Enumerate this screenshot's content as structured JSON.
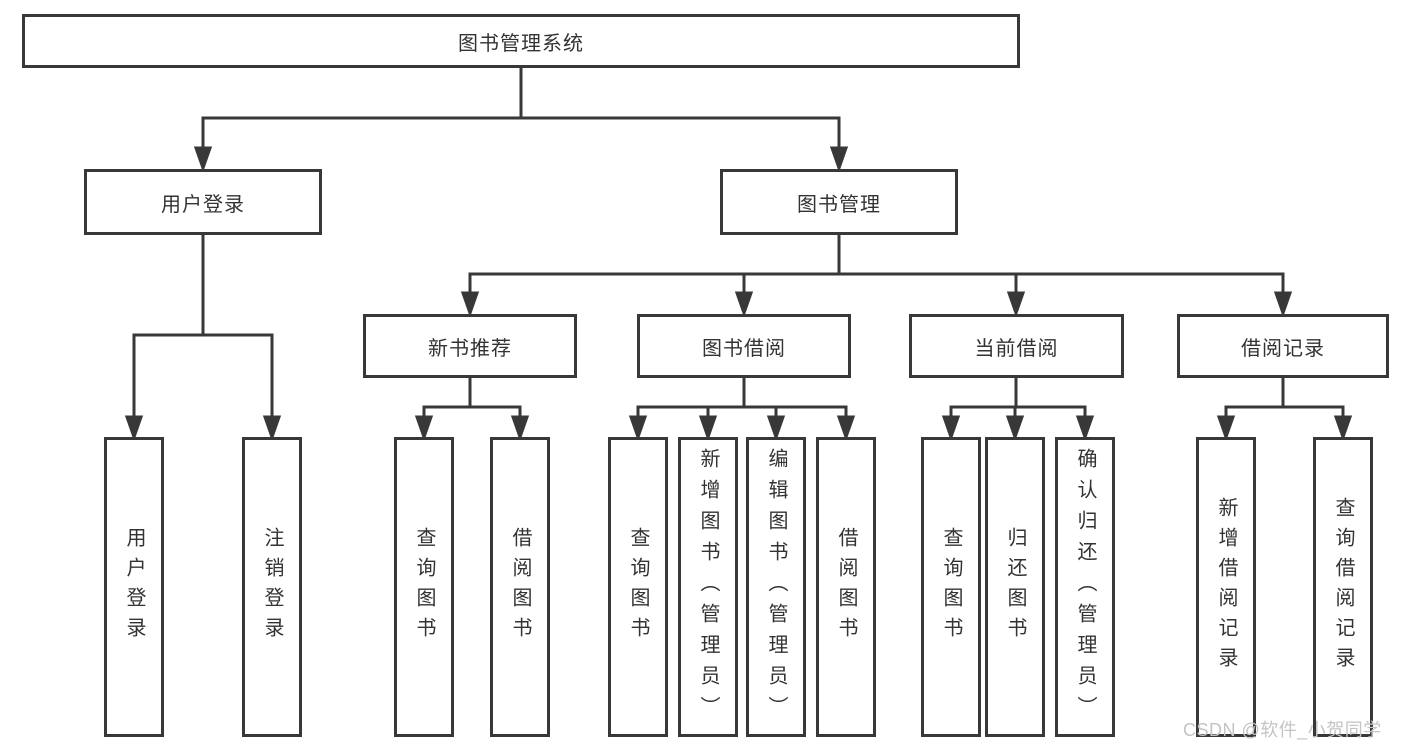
{
  "diagram": {
    "type": "functional-hierarchy-chart",
    "colors": {
      "background": "#ffffff",
      "line": "#383838",
      "box_border": "#383838",
      "text": "#333333",
      "watermark": "#c4c4c4"
    },
    "watermark": "CSDN @软件_小贺同学",
    "nodes": {
      "root": "图书管理系统",
      "user_login": "用户登录",
      "book_mgmt": "图书管理",
      "new_book_rec": "新书推荐",
      "book_borrow": "图书借阅",
      "current_borrow": "当前借阅",
      "borrow_records": "借阅记录",
      "leaf_login": "用户登录",
      "leaf_logout": "注销登录",
      "leaf_nbr_query": "查询图书",
      "leaf_nbr_borrow": "借阅图书",
      "leaf_bb_query": "查询图书",
      "leaf_bb_add": "新增图书（管理员）",
      "leaf_bb_edit": "编辑图书（管理员）",
      "leaf_bb_borrow": "借阅图书",
      "leaf_cb_query": "查询图书",
      "leaf_cb_return": "归还图书",
      "leaf_cb_confirm": "确认归还（管理员）",
      "leaf_br_add": "新增借阅记录",
      "leaf_br_query": "查询借阅记录"
    },
    "hierarchy": {
      "图书管理系统": {
        "用户登录": [
          "用户登录",
          "注销登录"
        ],
        "图书管理": {
          "新书推荐": [
            "查询图书",
            "借阅图书"
          ],
          "图书借阅": [
            "查询图书",
            "新增图书（管理员）",
            "编辑图书（管理员）",
            "借阅图书"
          ],
          "当前借阅": [
            "查询图书",
            "归还图书",
            "确认归还（管理员）"
          ],
          "借阅记录": [
            "新增借阅记录",
            "查询借阅记录"
          ]
        }
      }
    }
  }
}
